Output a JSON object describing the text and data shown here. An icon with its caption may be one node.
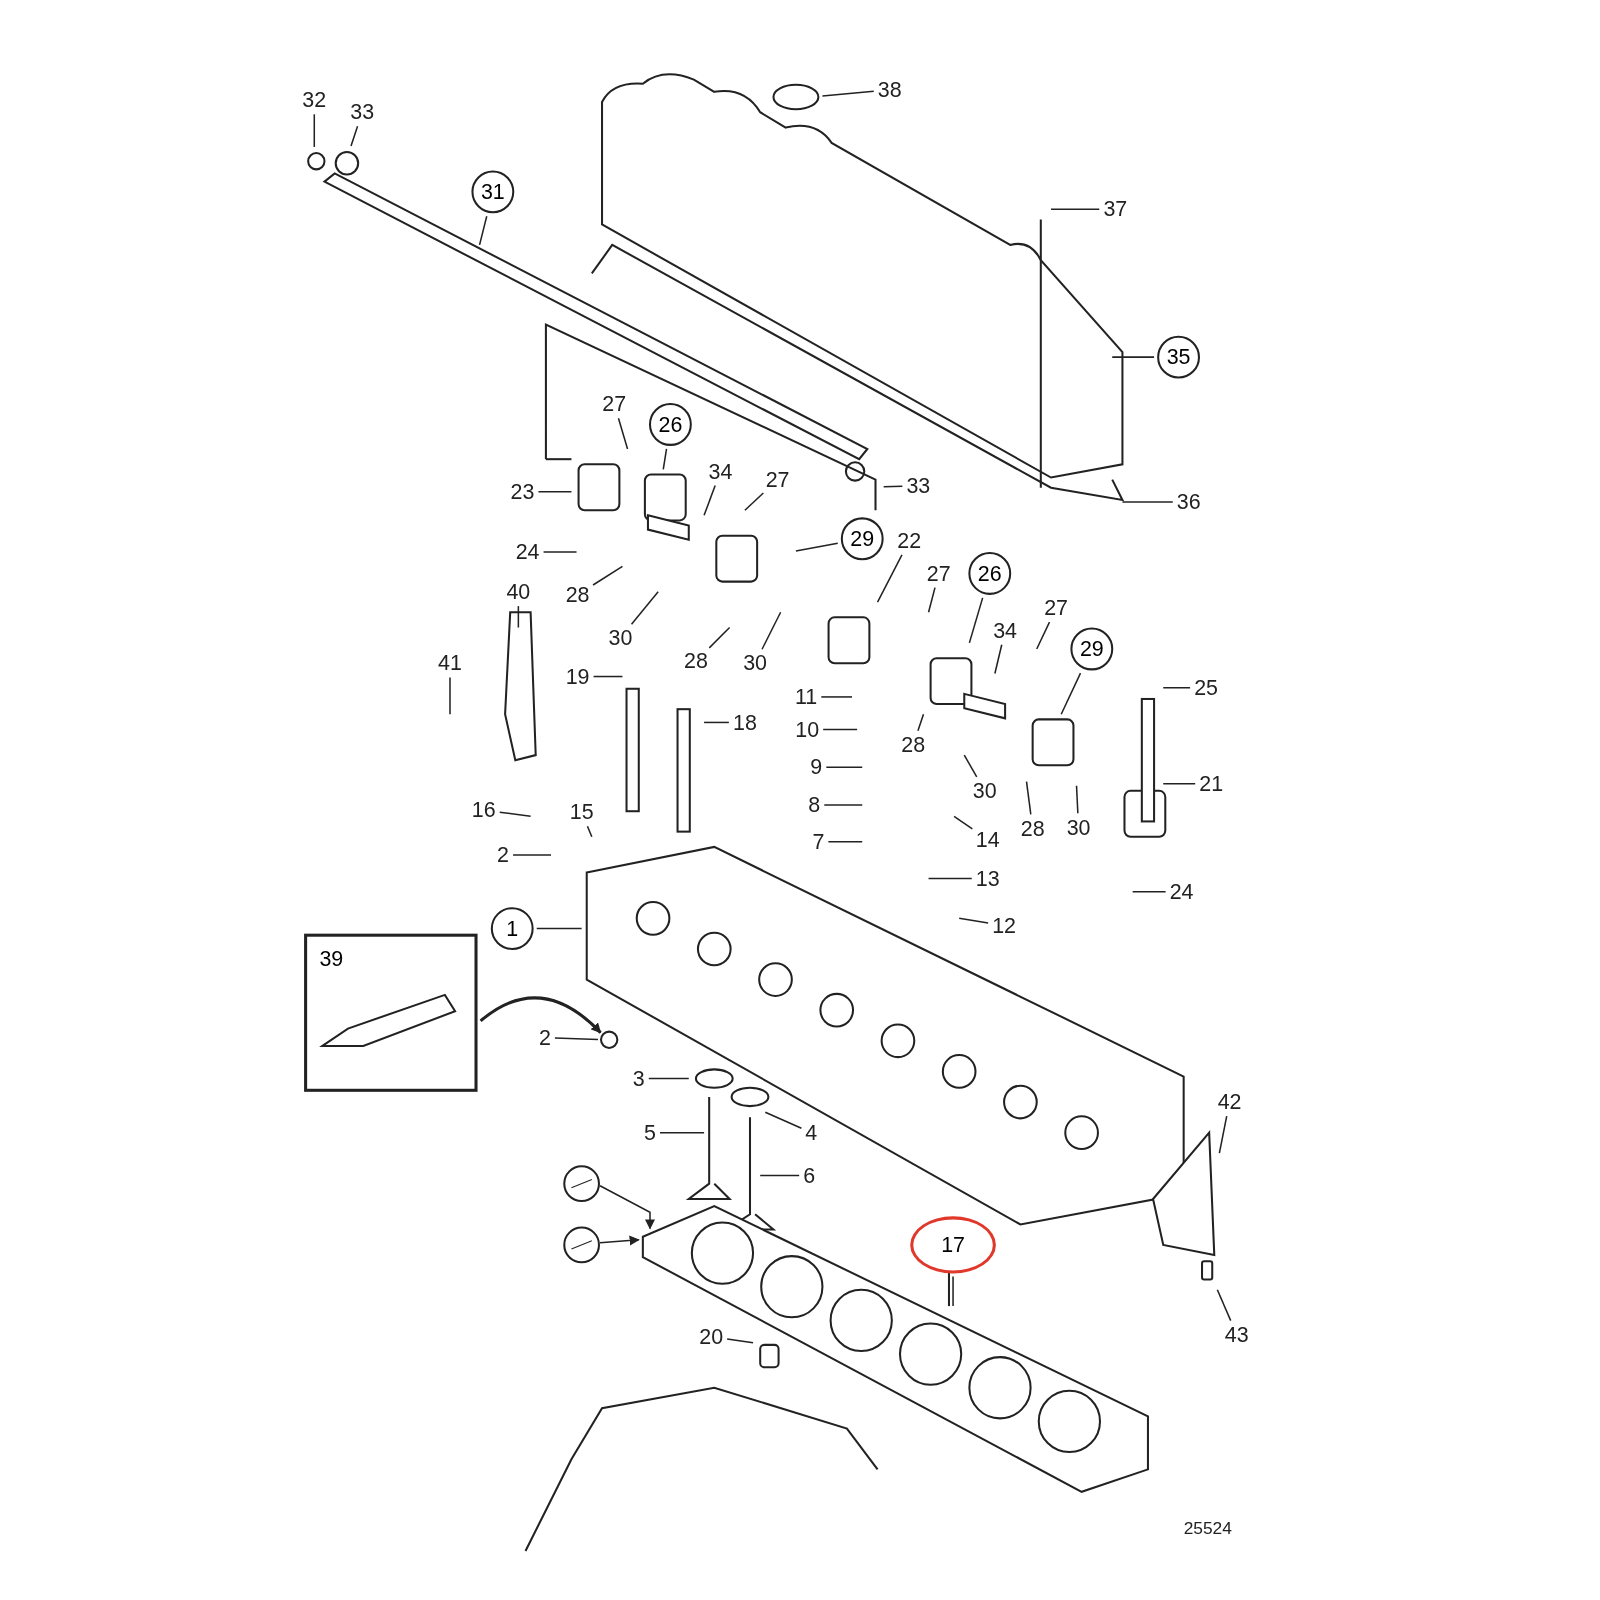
{
  "diagram": {
    "nodes": [
      {
        "text": [
          "32"
        ]
      },
      {
        "text": [
          "33"
        ]
      },
      {
        "text": [
          "31"
        ]
      },
      {
        "text": [
          "38"
        ]
      },
      {
        "text": [
          "37"
        ]
      },
      {
        "text": [
          "35"
        ]
      },
      {
        "text": [
          "27"
        ]
      },
      {
        "text": [
          "26"
        ]
      },
      {
        "text": [
          "23"
        ]
      },
      {
        "text": [
          "34"
        ]
      },
      {
        "text": [
          "27"
        ]
      },
      {
        "text": [
          "33"
        ]
      },
      {
        "text": [
          "36"
        ]
      },
      {
        "text": [
          "24"
        ]
      },
      {
        "text": [
          "29"
        ]
      },
      {
        "text": [
          "22"
        ]
      },
      {
        "text": [
          "28"
        ]
      },
      {
        "text": [
          "30"
        ]
      },
      {
        "text": [
          "28"
        ]
      },
      {
        "text": [
          "30"
        ]
      },
      {
        "text": [
          "40"
        ]
      },
      {
        "text": [
          "27"
        ]
      },
      {
        "text": [
          "26"
        ]
      },
      {
        "text": [
          "27"
        ]
      },
      {
        "text": [
          "34"
        ]
      },
      {
        "text": [
          "29"
        ]
      },
      {
        "text": [
          "41"
        ]
      },
      {
        "text": [
          "19"
        ]
      },
      {
        "text": [
          "25"
        ]
      },
      {
        "text": [
          "11"
        ]
      },
      {
        "text": [
          "18"
        ]
      },
      {
        "text": [
          "10"
        ]
      },
      {
        "text": [
          "28"
        ]
      },
      {
        "text": [
          "9"
        ]
      },
      {
        "text": [
          "30"
        ]
      },
      {
        "text": [
          "21"
        ]
      },
      {
        "text": [
          "16"
        ]
      },
      {
        "text": [
          "15"
        ]
      },
      {
        "text": [
          "8"
        ]
      },
      {
        "text": [
          "28"
        ]
      },
      {
        "text": [
          "30"
        ]
      },
      {
        "text": [
          "14"
        ]
      },
      {
        "text": [
          "2"
        ]
      },
      {
        "text": [
          "7"
        ]
      },
      {
        "text": [
          "13"
        ]
      },
      {
        "text": [
          "24"
        ]
      },
      {
        "text": [
          "1"
        ]
      },
      {
        "text": [
          "12"
        ]
      },
      {
        "text": [
          "39"
        ]
      },
      {
        "text": [
          "2"
        ]
      },
      {
        "text": [
          "3"
        ]
      },
      {
        "text": [
          "5"
        ]
      },
      {
        "text": [
          "4"
        ]
      },
      {
        "text": [
          "6"
        ]
      },
      {
        "text": [
          "42"
        ]
      },
      {
        "text": [
          "17"
        ]
      },
      {
        "text": [
          "20"
        ]
      },
      {
        "text": [
          "43"
        ]
      },
      {
        "text": [],
        "shape": "circle"
      },
      {
        "text": [],
        "shape": "circle"
      },
      {
        "text": [],
        "shape": "circle"
      }
    ],
    "edges": [
      {
        "from": 0,
        "to": null,
        "arrow": "none"
      },
      {
        "from": 1,
        "to": null,
        "arrow": "none"
      },
      {
        "from": 2,
        "to": null,
        "arrow": "none"
      },
      {
        "from": 3,
        "to": null,
        "arrow": "none"
      },
      {
        "from": 4,
        "to": null,
        "arrow": "none"
      },
      {
        "from": 5,
        "to": null,
        "arrow": "none"
      },
      {
        "from": 6,
        "to": null,
        "arrow": "none"
      },
      {
        "from": 7,
        "to": null,
        "arrow": "none"
      },
      {
        "from": 8,
        "to": null,
        "arrow": "none"
      },
      {
        "from": 9,
        "to": null,
        "arrow": "none"
      },
      {
        "from": 10,
        "to": null,
        "arrow": "none"
      },
      {
        "from": 11,
        "to": null,
        "arrow": "none"
      },
      {
        "from": 12,
        "to": null,
        "arrow": "none"
      },
      {
        "from": 13,
        "to": null,
        "arrow": "none"
      },
      {
        "from": 14,
        "to": null,
        "arrow": "none"
      },
      {
        "from": 15,
        "to": null,
        "arrow": "none"
      },
      {
        "from": 16,
        "to": null,
        "arrow": "none"
      },
      {
        "from": 17,
        "to": null,
        "arrow": "none"
      },
      {
        "from": 18,
        "to": null,
        "arrow": "none"
      },
      {
        "from": 19,
        "to": null,
        "arrow": "none"
      },
      {
        "from": 20,
        "to": null,
        "arrow": "none"
      },
      {
        "from": 21,
        "to": null,
        "arrow": "none"
      },
      {
        "from": 22,
        "to": null,
        "arrow": "none"
      },
      {
        "from": 23,
        "to": null,
        "arrow": "none"
      },
      {
        "from": 24,
        "to": null,
        "arrow": "none"
      },
      {
        "from": 25,
        "to": null,
        "arrow": "none"
      },
      {
        "from": 26,
        "to": null,
        "arrow": "none"
      },
      {
        "from": 27,
        "to": null,
        "arrow": "none"
      },
      {
        "from": 28,
        "to": null,
        "arrow": "none"
      },
      {
        "from": 29,
        "to": null,
        "arrow": "none"
      },
      {
        "from": 30,
        "to": null,
        "arrow": "none"
      },
      {
        "from": 31,
        "to": null,
        "arrow": "none"
      },
      {
        "from": 32,
        "to": null,
        "arrow": "none"
      },
      {
        "from": 33,
        "to": null,
        "arrow": "none"
      },
      {
        "from": 34,
        "to": null,
        "arrow": "none"
      },
      {
        "from": 35,
        "to": null,
        "arrow": "none"
      },
      {
        "from": 36,
        "to": null,
        "arrow": "none"
      },
      {
        "from": 37,
        "to": null,
        "arrow": "none"
      },
      {
        "from": 38,
        "to": null,
        "arrow": "none"
      },
      {
        "from": 39,
        "to": null,
        "arrow": "none"
      },
      {
        "from": 40,
        "to": null,
        "arrow": "none"
      },
      {
        "from": 41,
        "to": null,
        "arrow": "none"
      },
      {
        "from": 42,
        "to": null,
        "arrow": "none"
      },
      {
        "from": 43,
        "to": null,
        "arrow": "none"
      },
      {
        "from": 44,
        "to": null,
        "arrow": "none"
      },
      {
        "from": 45,
        "to": null,
        "arrow": "none"
      },
      {
        "from": 46,
        "to": null,
        "arrow": "none"
      },
      {
        "from": 47,
        "to": null,
        "arrow": "none"
      },
      {
        "from": 48,
        "to": 60,
        "arrow": "to"
      },
      {
        "from": 49,
        "to": 60,
        "arrow": "none"
      },
      {
        "from": 50,
        "to": null,
        "arrow": "none"
      },
      {
        "from": 51,
        "to": null,
        "arrow": "none"
      },
      {
        "from": 52,
        "to": null,
        "arrow": "none"
      },
      {
        "from": 53,
        "to": null,
        "arrow": "none"
      },
      {
        "from": 54,
        "to": null,
        "arrow": "none"
      },
      {
        "from": 55,
        "to": null,
        "arrow": "none"
      },
      {
        "from": 56,
        "to": null,
        "arrow": "none"
      },
      {
        "from": 57,
        "to": null,
        "arrow": "none"
      },
      {
        "from": 58,
        "to": null,
        "arrow": "to"
      },
      {
        "from": 59,
        "to": null,
        "arrow": "to"
      }
    ],
    "labels": [
      "25524"
    ]
  }
}
